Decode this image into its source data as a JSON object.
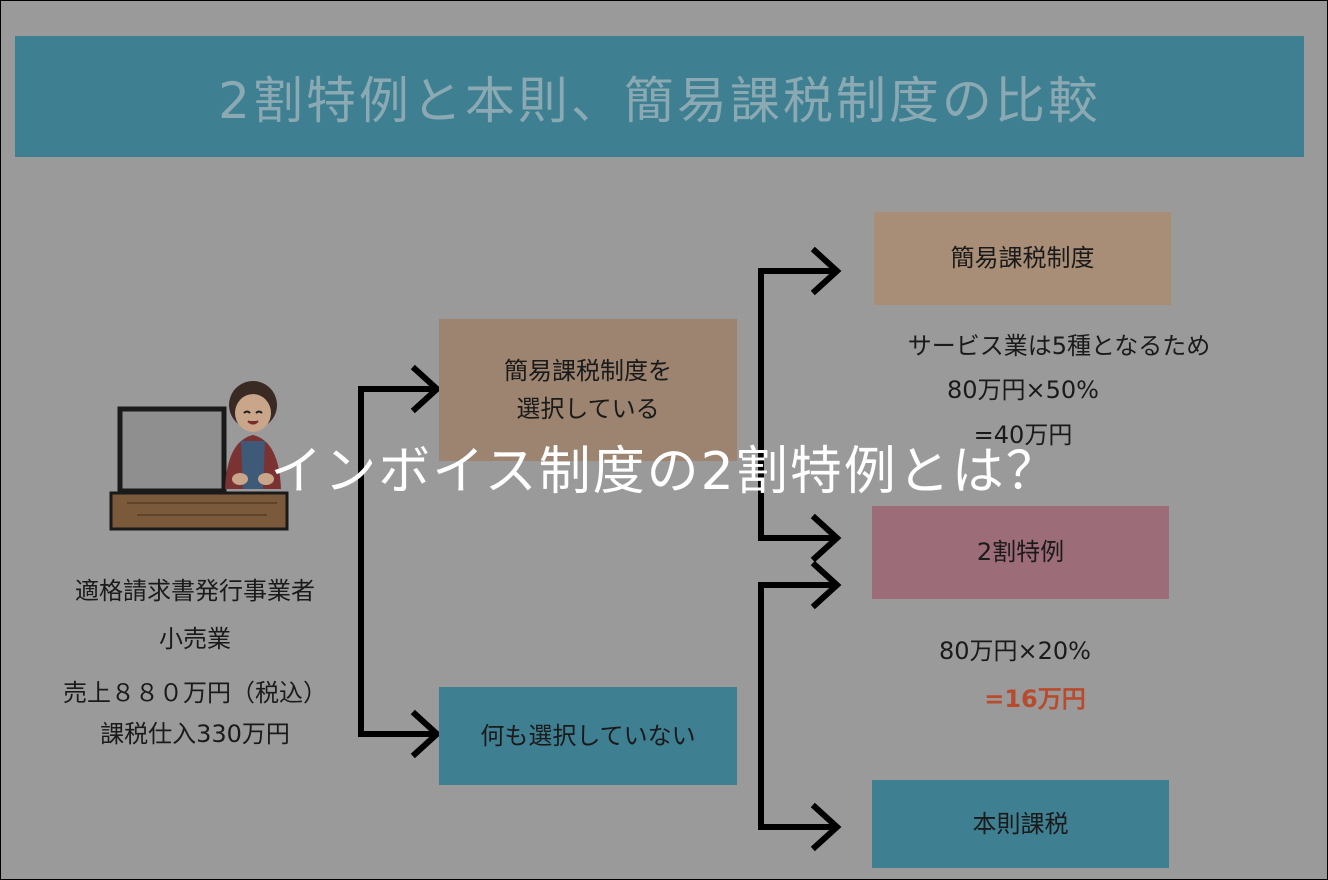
{
  "header": {
    "title": "2割特例と本則、簡易課税制度の比較"
  },
  "overlay": {
    "title": "インボイス制度の2割特例とは？"
  },
  "left": {
    "lines": [
      "適格請求書発行事業者",
      "小売業",
      "売上８８０万円（税込）",
      "課税仕入330万円"
    ]
  },
  "middle": {
    "chose_simplified": [
      "簡易課税制度を",
      "選択している"
    ],
    "chose_nothing": "何も選択していない"
  },
  "right": {
    "simplified": {
      "label": "簡易課税制度",
      "note": "サービス業は5種となるため",
      "calc": "80万円×50%",
      "result": "=40万円"
    },
    "two_tenths": {
      "label": "2割特例",
      "calc": "80万円×20%",
      "result": "=16万円"
    },
    "principle": {
      "label": "本則課税"
    }
  },
  "colors": {
    "background": "#9a9a9a",
    "teal": "#3f7f92",
    "tan": "#9c8470",
    "pink": "#9c6c78",
    "highlight": "#b84a2e"
  }
}
